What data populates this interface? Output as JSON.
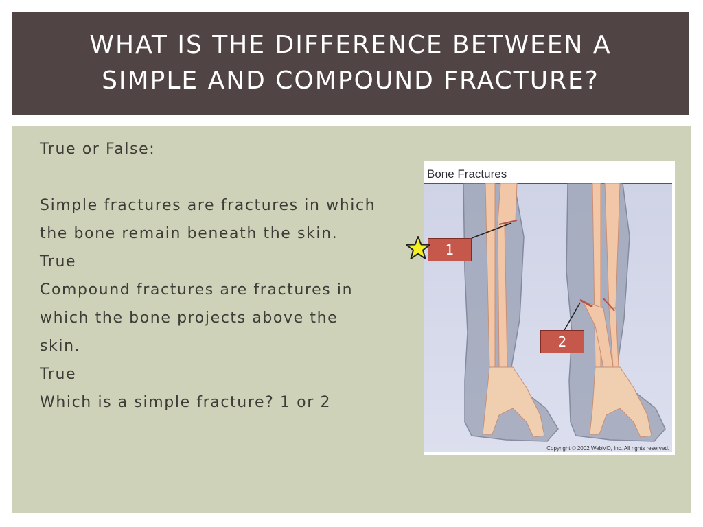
{
  "slide": {
    "title": "What is the difference between a simple and compound fracture?",
    "body_lines": [
      "True or False:",
      "",
      "Simple fractures are fractures in which",
      "the bone remain beneath the skin.",
      "True",
      "Compound fractures are fractures in",
      "which the bone projects above the",
      "skin.",
      "True",
      "Which is a simple fracture? 1 or 2"
    ]
  },
  "figure": {
    "title": "Bone Fractures",
    "copyright": "Copyright © 2002 WebMD, Inc. All rights reserved.",
    "label_1": "1",
    "label_2": "2"
  },
  "colors": {
    "title_bar": "#514444",
    "content_bg": "#cdd2b8",
    "label_fill": "#c5584a",
    "star_fill": "#f5f020"
  }
}
